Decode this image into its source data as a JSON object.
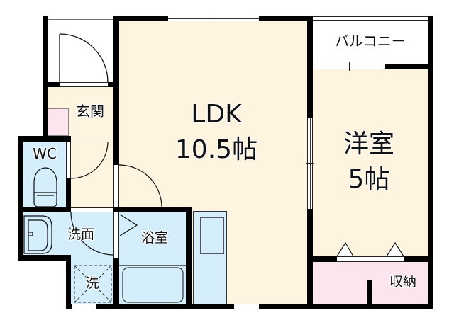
{
  "floor_plan": {
    "rooms": {
      "ldk": {
        "name": "LDK",
        "size": "10.5帖"
      },
      "western": {
        "name": "洋室",
        "size": "5帖"
      },
      "balcony": {
        "name": "バルコニー"
      },
      "entrance": {
        "name": "玄関"
      },
      "wc": {
        "name": "WC"
      },
      "washroom": {
        "name": "洗面"
      },
      "bathroom": {
        "name": "浴室"
      },
      "laundry": {
        "name": "洗"
      },
      "closet": {
        "name": "収納"
      }
    },
    "colors": {
      "living_floor": "#FEF4E0",
      "wet_area": "#D4EEFB",
      "storage": "#FCE5EF",
      "wall": "#000000"
    }
  }
}
